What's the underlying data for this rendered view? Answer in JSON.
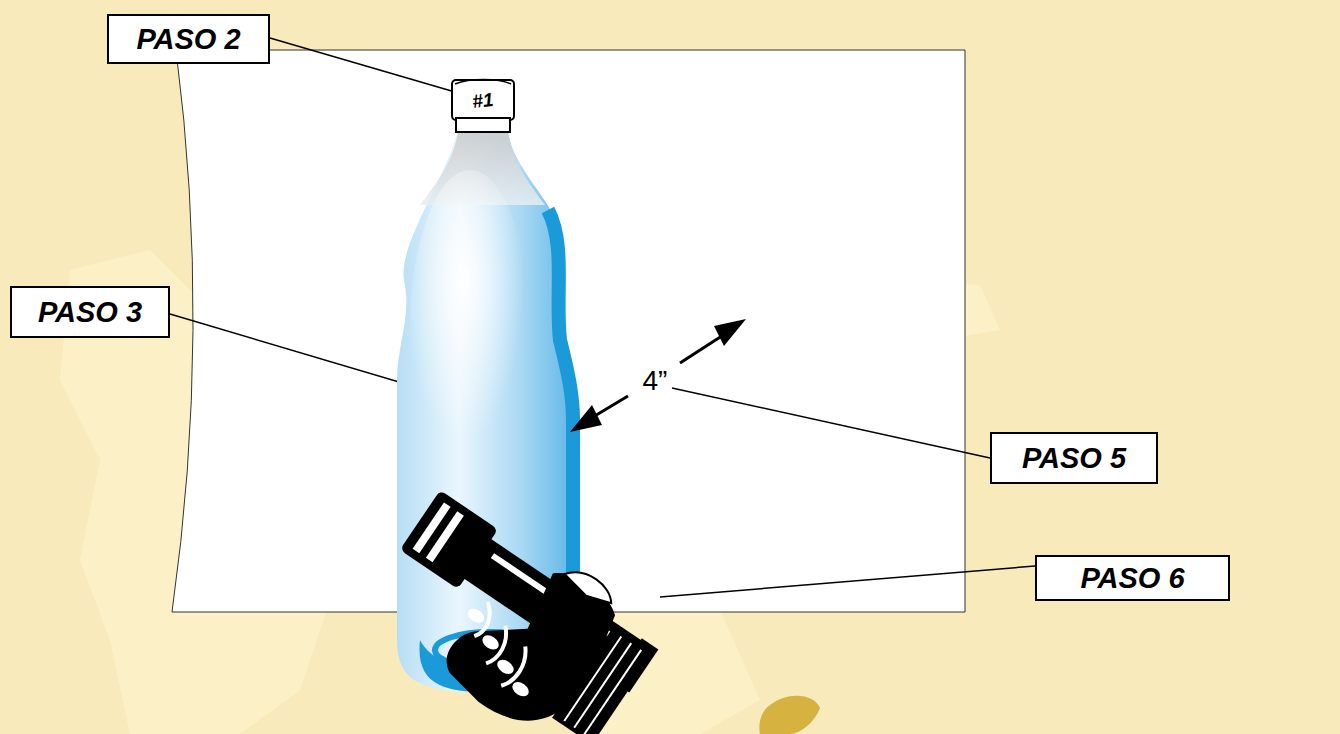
{
  "diagram": {
    "nodes": [
      {
        "text": [
          "PASO 2"
        ]
      },
      {
        "text": [
          "PASO 3"
        ]
      },
      {
        "text": [
          "PASO 5"
        ]
      },
      {
        "text": [
          "PASO 6"
        ]
      }
    ],
    "labels": [
      "#1",
      "4”"
    ]
  }
}
